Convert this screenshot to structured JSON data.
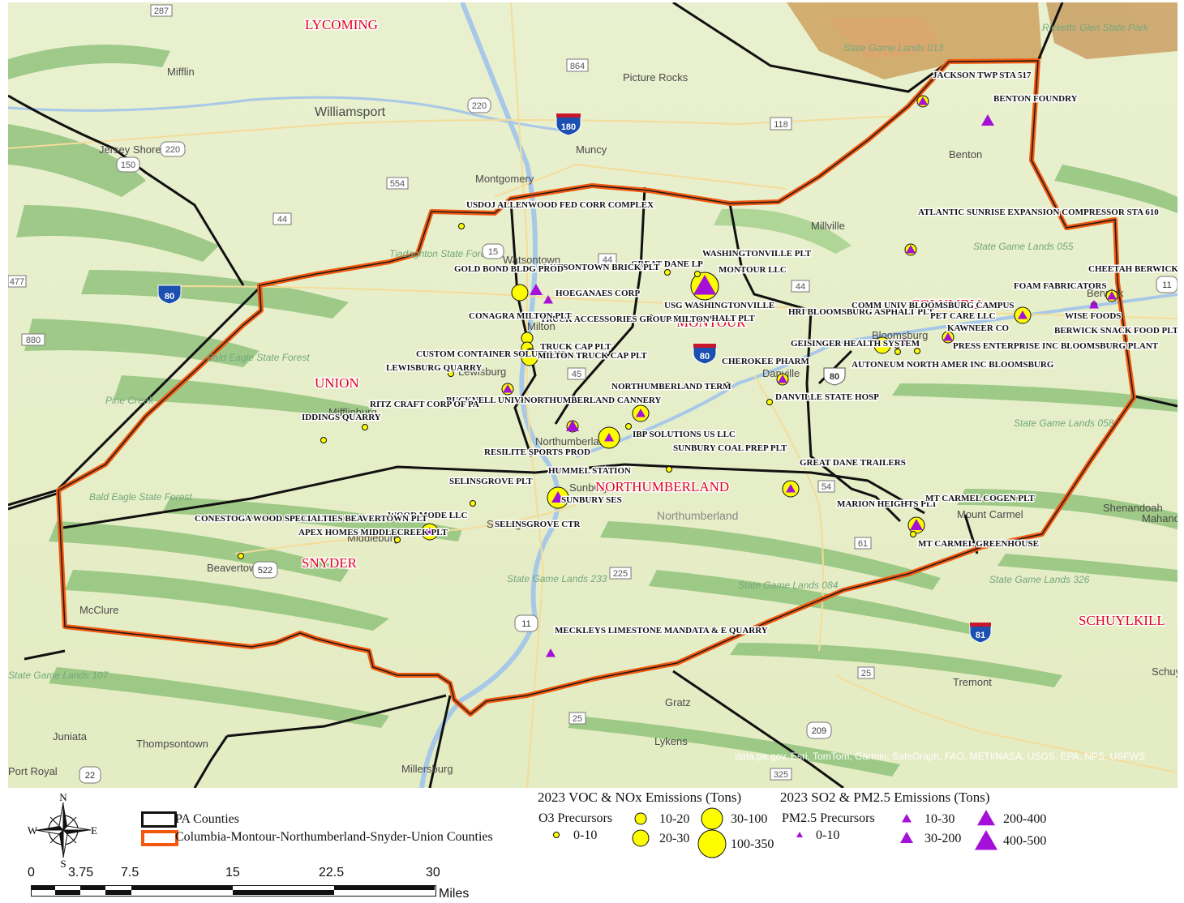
{
  "map": {
    "counties": [
      {
        "name": "LYCOMING",
        "key": "lycoming"
      },
      {
        "name": "UNION",
        "key": "union"
      },
      {
        "name": "MONTOUR",
        "key": "montour"
      },
      {
        "name": "COLUMBIA",
        "key": "columbia"
      },
      {
        "name": "NORTHUMBERLAND",
        "key": "northumberland"
      },
      {
        "name": "SNYDER",
        "key": "snyder"
      },
      {
        "name": "SCHUYLKILL",
        "key": "schuylkill"
      }
    ],
    "places": [
      "Mifflin",
      "Williamsport",
      "Picture Rocks",
      "Muncy",
      "Montgomery",
      "Jersey Shore",
      "Benton",
      "Millville",
      "Watsontown",
      "Milton",
      "Lewisburg",
      "Mifflinburg",
      "Northumberland",
      "Sunbury",
      "Selinsgrove",
      "Middleburg",
      "Beavertown",
      "McClure",
      "Juniata",
      "Thompsontown",
      "Port Royal",
      "Millersburg",
      "Gratz",
      "Lykens",
      "Tremont",
      "Danville",
      "Bloomsburg",
      "Berwick",
      "Mount Carmel",
      "Shenandoah",
      "Mahanoy",
      "Schuylkill Haven",
      "Northumberland"
    ],
    "natural_areas": [
      "State Game Lands 013",
      "Ricketts Glen State Park",
      "State Game Lands 055",
      "Bald Eagle State Forest",
      "Tiadaghton State Forest",
      "Pine Creek",
      "State Game Lands 058",
      "Bald Eagle State Forest",
      "State Game Lands 233",
      "State Game Lands 084",
      "State Game Lands 326",
      "State Game Lands 107"
    ],
    "facilities": [
      {
        "label": "JACKSON TWP STA 517",
        "voc_class": "10-20",
        "pm_class": "10-30"
      },
      {
        "label": "BENTON FOUNDRY",
        "voc_class": null,
        "pm_class": "30-200"
      },
      {
        "label": "USDOJ ALLENWOOD FED CORR COMPLEX",
        "voc_class": "0-10",
        "pm_class": null
      },
      {
        "label": "ATLANTIC SUNRISE EXPANSION COMPRESSOR STA 610",
        "voc_class": "10-20",
        "pm_class": "10-30"
      },
      {
        "label": "WASHINGTONVILLE PLT",
        "voc_class": "100-350",
        "pm_class": "400-500"
      },
      {
        "label": "MONTOUR LLC",
        "voc_class": "0-10",
        "pm_class": null
      },
      {
        "label": "GREAT DANE LP",
        "voc_class": "0-10",
        "pm_class": null
      },
      {
        "label": "WATSONTOWN BRICK PLT",
        "voc_class": null,
        "pm_class": "30-200"
      },
      {
        "label": "GOLD BOND BLDG PROD",
        "voc_class": "20-30",
        "pm_class": null
      },
      {
        "label": "HOEGANAES CORP",
        "voc_class": null,
        "pm_class": "10-30"
      },
      {
        "label": "CHEETAH BERWICK PLT",
        "voc_class": "10-20",
        "pm_class": "10-30"
      },
      {
        "label": "FOAM FABRICATORS",
        "voc_class": "20-30",
        "pm_class": "10-30"
      },
      {
        "label": "WISE FOODS",
        "voc_class": "0-10",
        "pm_class": "10-30"
      },
      {
        "label": "BERWICK SNACK FOOD PLT",
        "voc_class": null,
        "pm_class": null
      },
      {
        "label": "USG WASHINGTONVILLE",
        "voc_class": null,
        "pm_class": null
      },
      {
        "label": "MILTON ASPHALT PLT",
        "voc_class": "0-10",
        "pm_class": null
      },
      {
        "label": "TRUCK ACCESSORIES GROUP MILTON",
        "voc_class": "10-20",
        "pm_class": null
      },
      {
        "label": "CONAGRA MILTON PLT",
        "voc_class": "10-20",
        "pm_class": null
      },
      {
        "label": "TRUCK CAP PLT",
        "voc_class": "10-20",
        "pm_class": null
      },
      {
        "label": "CUSTOM CONTAINER SOLUTIONS",
        "voc_class": "20-30",
        "pm_class": null
      },
      {
        "label": "MILTON TRUCK CAP PLT",
        "voc_class": "20-30",
        "pm_class": null
      },
      {
        "label": "HRI BLOOMSBURG ASPHALT PLT",
        "voc_class": "0-10",
        "pm_class": null
      },
      {
        "label": "COMM UNIV BLOOMSBURG CAMPUS",
        "voc_class": "0-10",
        "pm_class": "10-30"
      },
      {
        "label": "PET CARE LLC",
        "voc_class": "0-10",
        "pm_class": null
      },
      {
        "label": "KAWNEER CO",
        "voc_class": "10-20",
        "pm_class": "10-30"
      },
      {
        "label": "PRESS ENTERPRISE INC BLOOMSBURG PLANT",
        "voc_class": "0-10",
        "pm_class": null
      },
      {
        "label": "AUTONEUM NORTH AMER INC BLOOMSBURG",
        "voc_class": null,
        "pm_class": null
      },
      {
        "label": "GEISINGER HEALTH SYSTEM",
        "voc_class": "10-20",
        "pm_class": "10-30"
      },
      {
        "label": "CHEROKEE PHARM",
        "voc_class": "0-10",
        "pm_class": null
      },
      {
        "label": "DANVILLE STATE HOSP",
        "voc_class": "0-10",
        "pm_class": null
      },
      {
        "label": "LEWISBURG QUARRY",
        "voc_class": "0-10",
        "pm_class": null
      },
      {
        "label": "BUCKNELL UNIVERSITY",
        "voc_class": "10-20",
        "pm_class": "10-30"
      },
      {
        "label": "RITZ CRAFT CORP OF PA",
        "voc_class": "0-10",
        "pm_class": null
      },
      {
        "label": "IDDINGS QUARRY",
        "voc_class": "0-10",
        "pm_class": null
      },
      {
        "label": "NORTHUMBERLAND CANNERY",
        "voc_class": "10-20",
        "pm_class": "30-200"
      },
      {
        "label": "NORTHUMBERLAND TERM",
        "voc_class": "20-30",
        "pm_class": "10-30"
      },
      {
        "label": "IBP SOLUTIONS US LLC",
        "voc_class": "0-10",
        "pm_class": null
      },
      {
        "label": "RESILITE SPORTS PROD",
        "voc_class": "30-100",
        "pm_class": "10-30"
      },
      {
        "label": "SUNBURY COAL PREP PLT",
        "voc_class": "0-10",
        "pm_class": null
      },
      {
        "label": "GREAT DANE TRAILERS",
        "voc_class": "20-30",
        "pm_class": "10-30"
      },
      {
        "label": "HUMMEL STATION",
        "voc_class": "30-100",
        "pm_class": "30-200"
      },
      {
        "label": "SUNBURY SES",
        "voc_class": null,
        "pm_class": null
      },
      {
        "label": "SELINSGROVE PLT",
        "voc_class": "0-10",
        "pm_class": null
      },
      {
        "label": "WOOD MODE LLC",
        "voc_class": "20-30",
        "pm_class": "10-30"
      },
      {
        "label": "SELINSGROVE CTR",
        "voc_class": null,
        "pm_class": null
      },
      {
        "label": "CONESTOGA WOOD SPECIALTIES BEAVERTOWN PLT",
        "voc_class": "0-10",
        "pm_class": null
      },
      {
        "label": "APEX HOMES MIDDLECREEK PLT",
        "voc_class": "0-10",
        "pm_class": null
      },
      {
        "label": "MARION HEIGHTS PLT",
        "voc_class": "20-30",
        "pm_class": "30-200"
      },
      {
        "label": "MT CARMEL COGEN PLT",
        "voc_class": null,
        "pm_class": null
      },
      {
        "label": "MT CARMEL GREENHOUSE",
        "voc_class": "0-10",
        "pm_class": null
      },
      {
        "label": "MECKLEYS LIMESTONE MANDATA & E QUARRY",
        "voc_class": null,
        "pm_class": "10-30"
      }
    ],
    "routes": [
      "287",
      "864",
      "220",
      "180",
      "118",
      "150",
      "220",
      "554",
      "44",
      "15",
      "44",
      "44",
      "80",
      "477",
      "880",
      "45",
      "80",
      "11",
      "54",
      "61",
      "225",
      "522",
      "11",
      "25",
      "209",
      "81",
      "25",
      "22",
      "325"
    ],
    "attribution": "data.pa.gov, Esri, TomTom, Garmin, SafeGraph, FAO, METI/NASA, USGS, EPA, NPS, USFWS"
  },
  "legend": {
    "county_boundaries": [
      {
        "label": "PA Counties"
      },
      {
        "label": "Columbia-Montour-Northumberland-Snyder-Union Counties"
      }
    ],
    "voc_nox": {
      "title": "2023 VOC & NOx Emissions (Tons)",
      "group": "O3 Precursors",
      "classes": [
        "0-10",
        "10-20",
        "20-30",
        "30-100",
        "100-350"
      ]
    },
    "so2_pm": {
      "title": "2023 SO2 & PM2.5 Emissions (Tons)",
      "group": "PM2.5 Precursors",
      "classes": [
        "0-10",
        "10-30",
        "30-200",
        "200-400",
        "400-500"
      ]
    },
    "compass": {
      "n": "N",
      "s": "S",
      "e": "E",
      "w": "W"
    },
    "scale": {
      "ticks": [
        "0",
        "3.75",
        "7.5",
        "15",
        "22.5",
        "30"
      ],
      "unit": "Miles"
    }
  },
  "colors": {
    "voc": "#fdfd00",
    "pm": "#a410d8",
    "county_line": "#111111",
    "region_line": "#f2590f",
    "county_label": "#e0001b",
    "land": "#e6edc6",
    "ridge": "#7cb868"
  }
}
